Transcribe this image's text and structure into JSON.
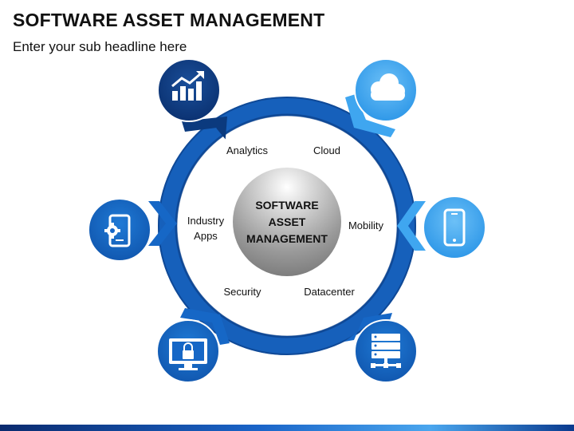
{
  "header": {
    "title": "SOFTWARE ASSET MANAGEMENT",
    "subtitle": "Enter your sub headline here"
  },
  "center": {
    "line1": "SOFTWARE",
    "line2": "ASSET",
    "line3": "MANAGEMENT"
  },
  "labels": {
    "analytics": "Analytics",
    "cloud": "Cloud",
    "industry_line1": "Industry",
    "industry_line2": "Apps",
    "mobility": "Mobility",
    "security": "Security",
    "datacenter": "Datacenter"
  },
  "icons": {
    "analytics": "chart-up-icon",
    "cloud": "cloud-icon",
    "industry_apps": "mobile-gear-icon",
    "mobility": "smartphone-icon",
    "security": "monitor-lock-icon",
    "datacenter": "server-network-icon"
  },
  "colors": {
    "dark_blue": "#0b3a7e",
    "mid_blue": "#1667c6",
    "light_blue": "#3fa6f0",
    "ring": "#0d4b9a"
  }
}
